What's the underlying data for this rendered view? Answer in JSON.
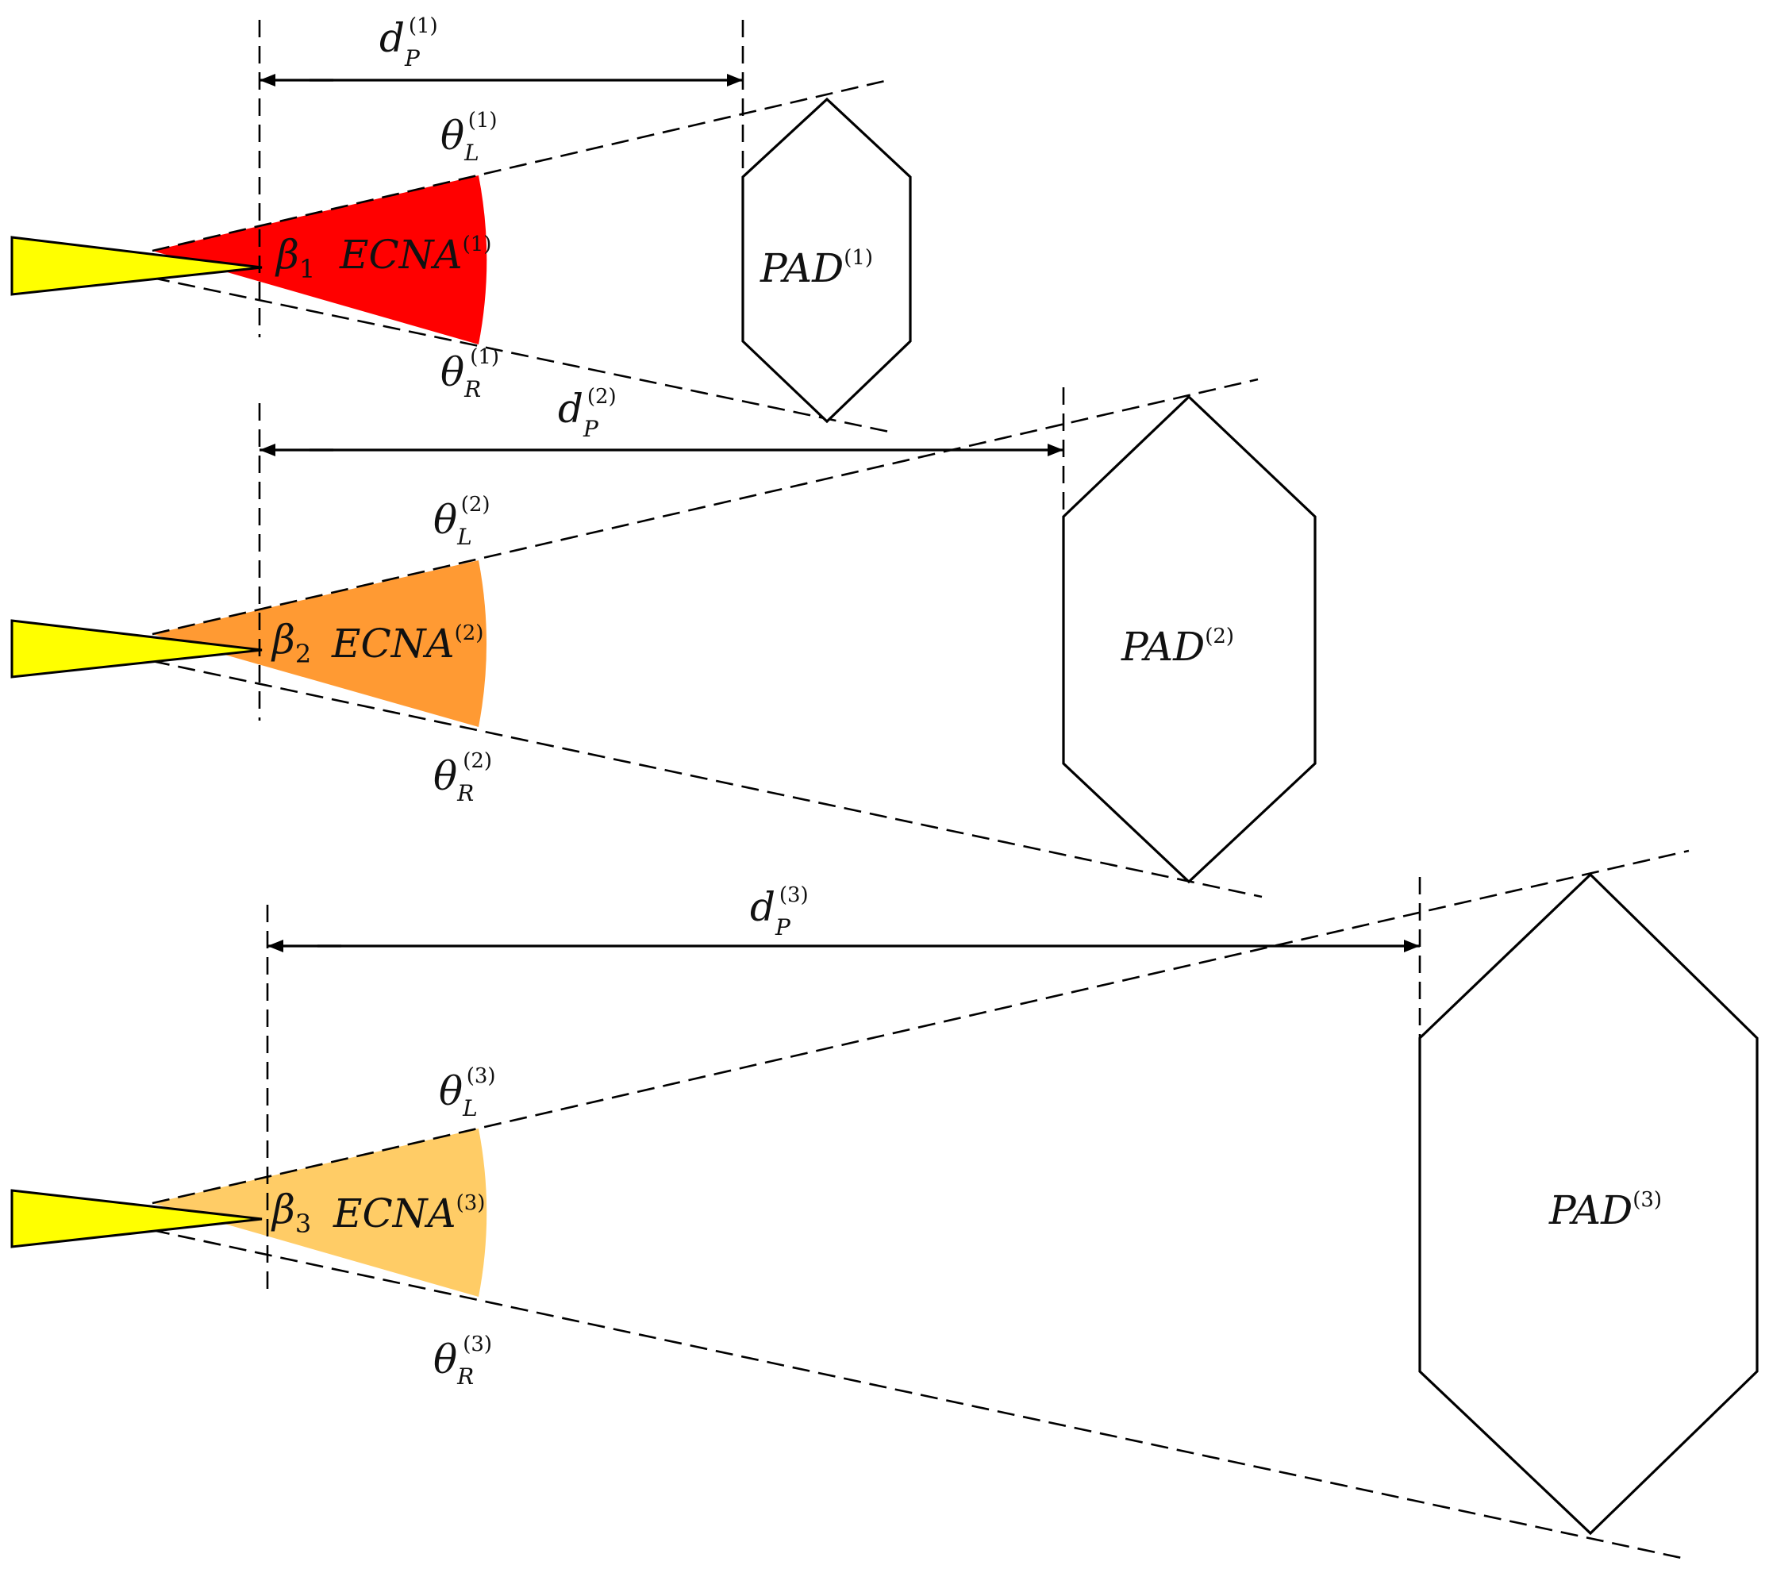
{
  "colors": {
    "sector_1": "#ff0000",
    "sector_2": "#ff9a33",
    "sector_3": "#ffcc66",
    "wedge": "#ffff00",
    "stroke": "#000000"
  },
  "groups": [
    {
      "id": 1,
      "dp_label": {
        "base": "d",
        "sub": "P",
        "sup": "(1)"
      },
      "thetaL_label": {
        "base": "θ",
        "sub": "L",
        "sup": "(1)"
      },
      "thetaR_label": {
        "base": "θ",
        "sub": "R",
        "sup": "(1)"
      },
      "beta_label": {
        "base": "β",
        "sub": "1"
      },
      "ecna_label": {
        "base": "ECNA",
        "sup": "(1)"
      },
      "pad_label": {
        "base": "PAD",
        "sup": "(1)"
      }
    },
    {
      "id": 2,
      "dp_label": {
        "base": "d",
        "sub": "P",
        "sup": "(2)"
      },
      "thetaL_label": {
        "base": "θ",
        "sub": "L",
        "sup": "(2)"
      },
      "thetaR_label": {
        "base": "θ",
        "sub": "R",
        "sup": "(2)"
      },
      "beta_label": {
        "base": "β",
        "sub": "2"
      },
      "ecna_label": {
        "base": "ECNA",
        "sup": "(2)"
      },
      "pad_label": {
        "base": "PAD",
        "sup": "(2)"
      }
    },
    {
      "id": 3,
      "dp_label": {
        "base": "d",
        "sub": "P",
        "sup": "(3)"
      },
      "thetaL_label": {
        "base": "θ",
        "sub": "L",
        "sup": "(3)"
      },
      "thetaR_label": {
        "base": "θ",
        "sub": "R",
        "sup": "(3)"
      },
      "beta_label": {
        "base": "β",
        "sub": "3"
      },
      "ecna_label": {
        "base": "ECNA",
        "sup": "(3)"
      },
      "pad_label": {
        "base": "PAD",
        "sup": "(3)"
      }
    }
  ]
}
